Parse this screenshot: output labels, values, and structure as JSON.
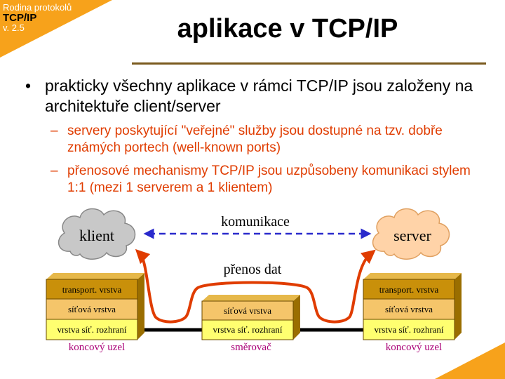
{
  "header": {
    "series_line1": "Rodina protokolů",
    "series_line2": "TCP/IP",
    "series_line3": "v. 2.5",
    "title": "aplikace v TCP/IP"
  },
  "content": {
    "bullet": "prakticky všechny aplikace v rámci TCP/IP jsou založeny na architektuře client/server",
    "sub_items": [
      "servery poskytující \"veřejné\" služby jsou dostupné na tzv. dobře známých portech (well-known ports)",
      "přenosové mechanismy TCP/IP jsou uzpůsobeny komunikaci stylem 1:1 (mezi 1 serverem a 1 klientem)"
    ]
  },
  "diagram": {
    "client_label": "klient",
    "server_label": "server",
    "communication_label": "komunikace",
    "data_transfer_label": "přenos dat",
    "layer_transport": "transport. vrstva",
    "layer_network": "síťová vrstva",
    "layer_interface": "vrstva síť. rozhraní",
    "end_node_label": "koncový uzel",
    "router_label": "směrovač",
    "colors": {
      "orange": "#f7a21b",
      "transport": "#c9900a",
      "network": "#f5c56a",
      "interface": "#ffff70",
      "arrow": "#e03c00",
      "dashed": "#2a2acc",
      "caption": "#aa0077"
    }
  }
}
